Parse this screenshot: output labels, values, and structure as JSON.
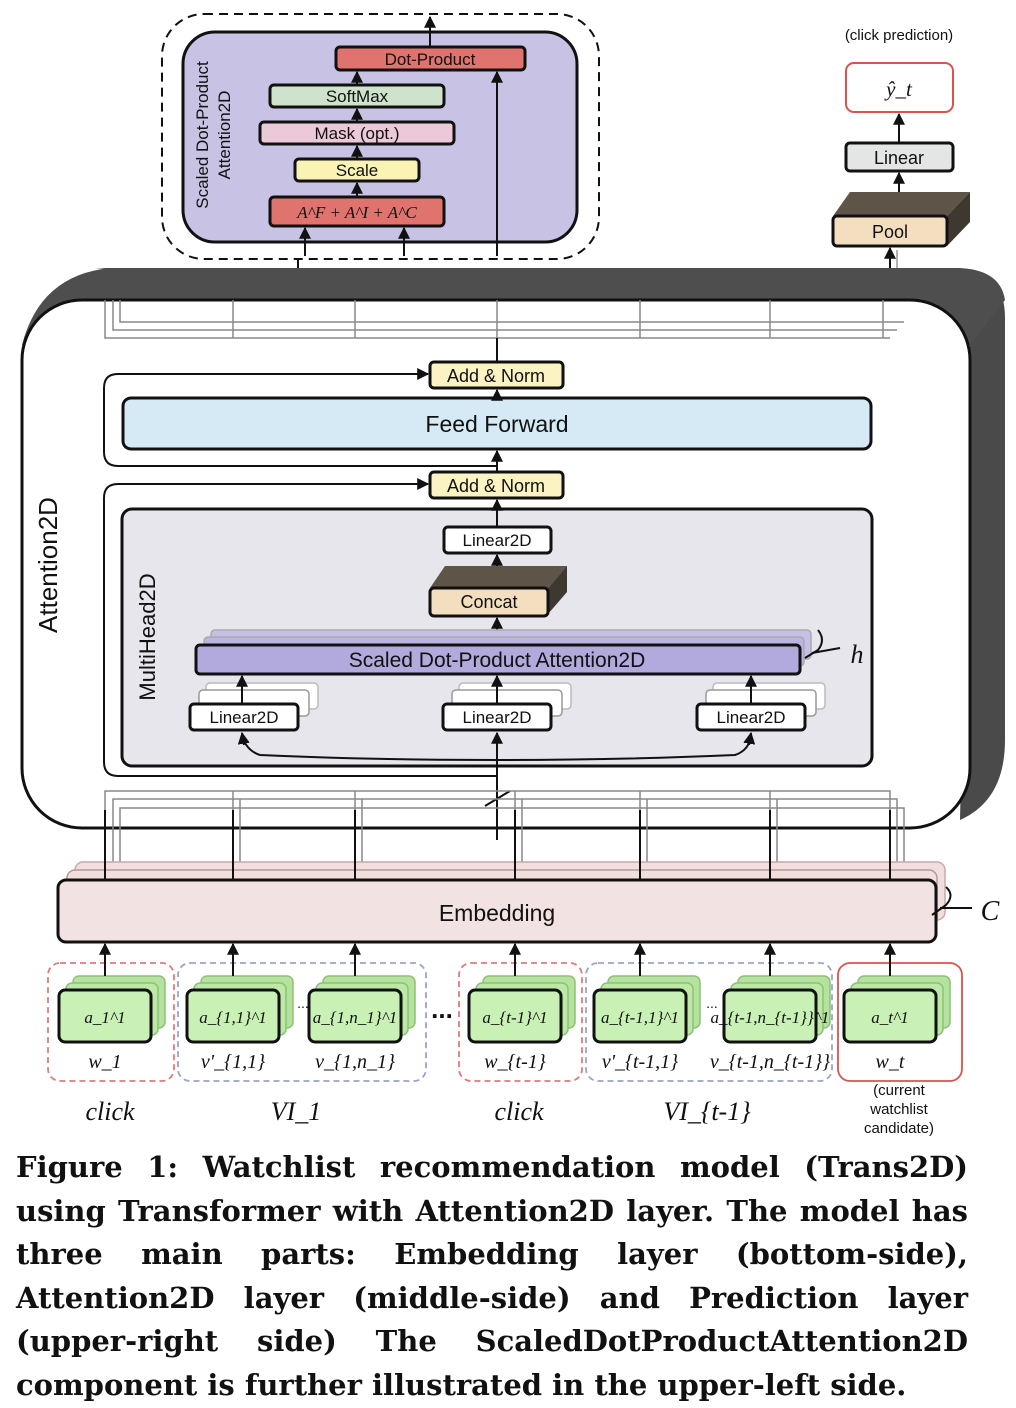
{
  "scaled_attention_detail": {
    "title_line1": "Scaled Dot-Product",
    "title_line2": "Attention2D",
    "dot_product": "Dot-Product",
    "softmax": "SoftMax",
    "mask": "Mask (opt.)",
    "scale": "Scale",
    "sum_formula": "A^F + A^I + A^C"
  },
  "prediction": {
    "label": "(click prediction)",
    "output": "ŷ_t",
    "linear": "Linear",
    "pool": "Pool"
  },
  "attention2d": {
    "title": "Attention2D",
    "add_norm_top": "Add & Norm",
    "feed_forward": "Feed Forward",
    "add_norm_bottom": "Add & Norm",
    "multihead": {
      "title": "MultiHead2D",
      "linear_out": "Linear2D",
      "concat": "Concat",
      "sdpa": "Scaled Dot-Product Attention2D",
      "heads_symbol": "h",
      "linear_q": "Linear2D",
      "linear_k": "Linear2D",
      "linear_v": "Linear2D"
    }
  },
  "embedding": {
    "label": "Embedding",
    "channels_symbol": "C"
  },
  "inputs": [
    {
      "cell": "a_1^1",
      "sub": "w_1"
    },
    {
      "cell": "a_{1,1}^1",
      "sub": "v'_{1,1}"
    },
    {
      "cell": "a_{1,n_1}^1",
      "sub": "v_{1,n_1}"
    },
    {
      "cell": "a_{t-1}^1",
      "sub": "w_{t-1}"
    },
    {
      "cell": "a_{t-1,1}^1",
      "sub": "v'_{t-1,1}"
    },
    {
      "cell": "a_{t-1,n_{t-1}}^1",
      "sub": "v_{t-1,n_{t-1}}"
    },
    {
      "cell": "a_t^1",
      "sub": "w_t"
    }
  ],
  "group_labels": {
    "click1": "click",
    "vi1": "VI_1",
    "click2": "click",
    "vi2": "VI_{t-1}"
  },
  "candidate_note": [
    "(current",
    "watchlist",
    "candidate)"
  ],
  "dots": [
    "...",
    "...",
    "..."
  ],
  "colors": {
    "dot_product": "#e0736e",
    "softmax": "#cfe3cc",
    "mask": "#ecc9d8",
    "scale": "#fbf3b3",
    "sum": "#e0736e",
    "detail_bg": "#c8c3e4",
    "feed_forward": "#d6eaf6",
    "add_norm": "#fbf3c2",
    "multihead_bg": "#e6e6ec",
    "sdpa": "#b2a9dc",
    "concat": "#f3dec0",
    "pool": "#f3dec0",
    "embedding": "#f3e2e2",
    "input_cell": "#c9f1b5",
    "click_border": "#e07a7a",
    "vi_border": "#9aa4cc",
    "candidate_border": "#d9534f"
  },
  "caption": "Figure 1: Watchlist recommendation model (Trans2D) using Transformer with Attention2D layer. The model has three main parts: Embedding layer (bottom-side), Attention2D layer (middle-side) and Prediction layer (upper-right side) The ScaledDotProductAttention2D component is further illustrated in the upper-left side."
}
